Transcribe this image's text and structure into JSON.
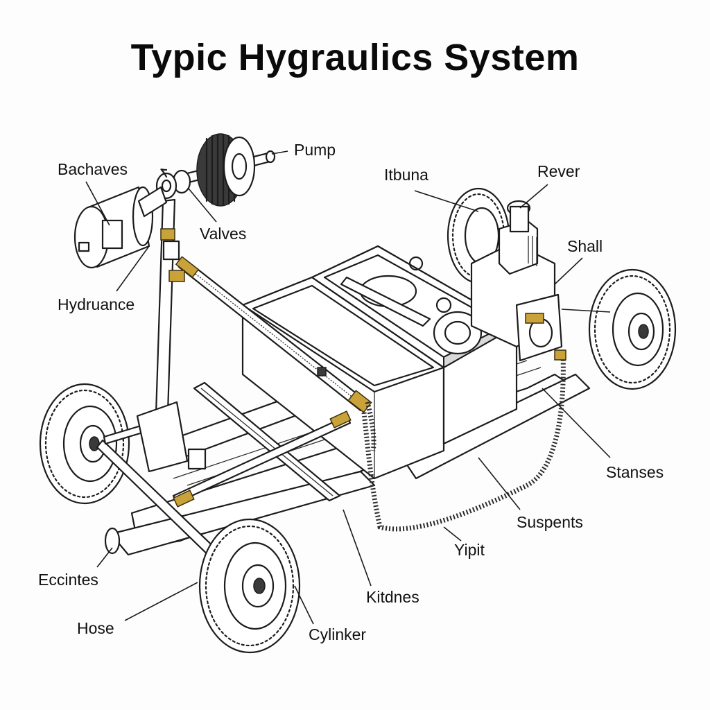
{
  "title": "Typic Hygraulics System",
  "labels": {
    "pump": "Pump",
    "bachaves": "Bachaves",
    "itbuna": "Itbuna",
    "rever": "Rever",
    "valves": "Valves",
    "shall": "Shall",
    "hydruance": "Hydruance",
    "stanses": "Stanses",
    "suspents": "Suspents",
    "yipit": "Yipit",
    "eccintes": "Eccintes",
    "kitdnes": "Kitdnes",
    "hose": "Hose",
    "cylinker": "Cylinker"
  }
}
